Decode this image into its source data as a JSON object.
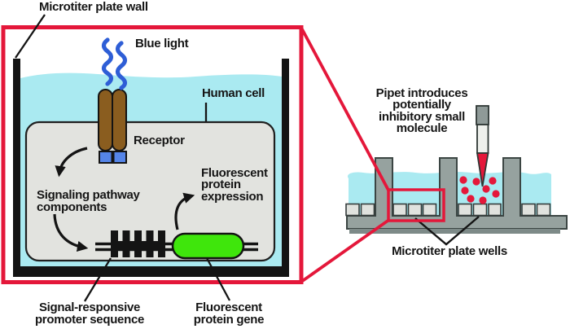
{
  "left_panel": {
    "wall_label": "Microtiter plate wall",
    "blue_light": "Blue light",
    "human_cell": "Human cell",
    "receptor": "Receptor",
    "signaling": "Signaling pathway\ncomponents",
    "expression": "Fluorescent\nprotein\nexpression",
    "promoter": "Signal-responsive\npromoter sequence",
    "gene": "Fluorescent\nprotein gene"
  },
  "right_panel": {
    "pipet": "Pipet introduces\npotentially\ninhibitory small\nmolecule",
    "wells": "Microtiter plate wells"
  },
  "colors": {
    "accent": "#e4173a",
    "water": "#aaeaf1",
    "cellGray": "#e2e3df",
    "brown": "#8a5d1f",
    "baseBlue": "#5585e8",
    "waveBlue": "#2e5ed6",
    "green": "#3fe60c",
    "plateGray": "#96a29f",
    "plateDark": "#7d8a88",
    "ink": "#141414",
    "wellCell": "#e0e2de",
    "pipetBody": "#eef0ec",
    "pipetCap": "#8f9a98"
  }
}
